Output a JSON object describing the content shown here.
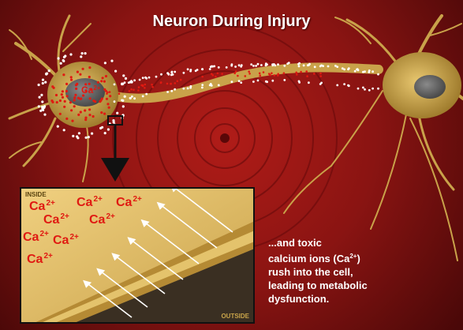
{
  "title": "Neuron During Injury",
  "soma_ion": {
    "base": "Ca",
    "sup": "2+"
  },
  "inset": {
    "inside_label": "INSIDE",
    "outside_label": "OUTSIDE",
    "ions": [
      {
        "base": "Ca",
        "sup": "2+"
      },
      {
        "base": "Ca",
        "sup": "2+"
      },
      {
        "base": "Ca",
        "sup": "2+"
      },
      {
        "base": "Ca",
        "sup": "2+"
      },
      {
        "base": "Ca",
        "sup": "2+"
      },
      {
        "base": "Ca",
        "sup": "2+"
      },
      {
        "base": "Ca",
        "sup": "2+"
      },
      {
        "base": "Ca",
        "sup": "2+"
      }
    ]
  },
  "caption": {
    "line1": "...and toxic",
    "line2_pre": "calcium ions (Ca",
    "line2_sup": "2+",
    "line2_post": ")",
    "line3": "rush into the cell,",
    "line4": "leading to metabolic",
    "line5": "dysfunction."
  },
  "colors": {
    "background": "#7a1010",
    "ion": "#e01a12",
    "neuron": "#c9a24a",
    "caption": "#ffffff"
  }
}
